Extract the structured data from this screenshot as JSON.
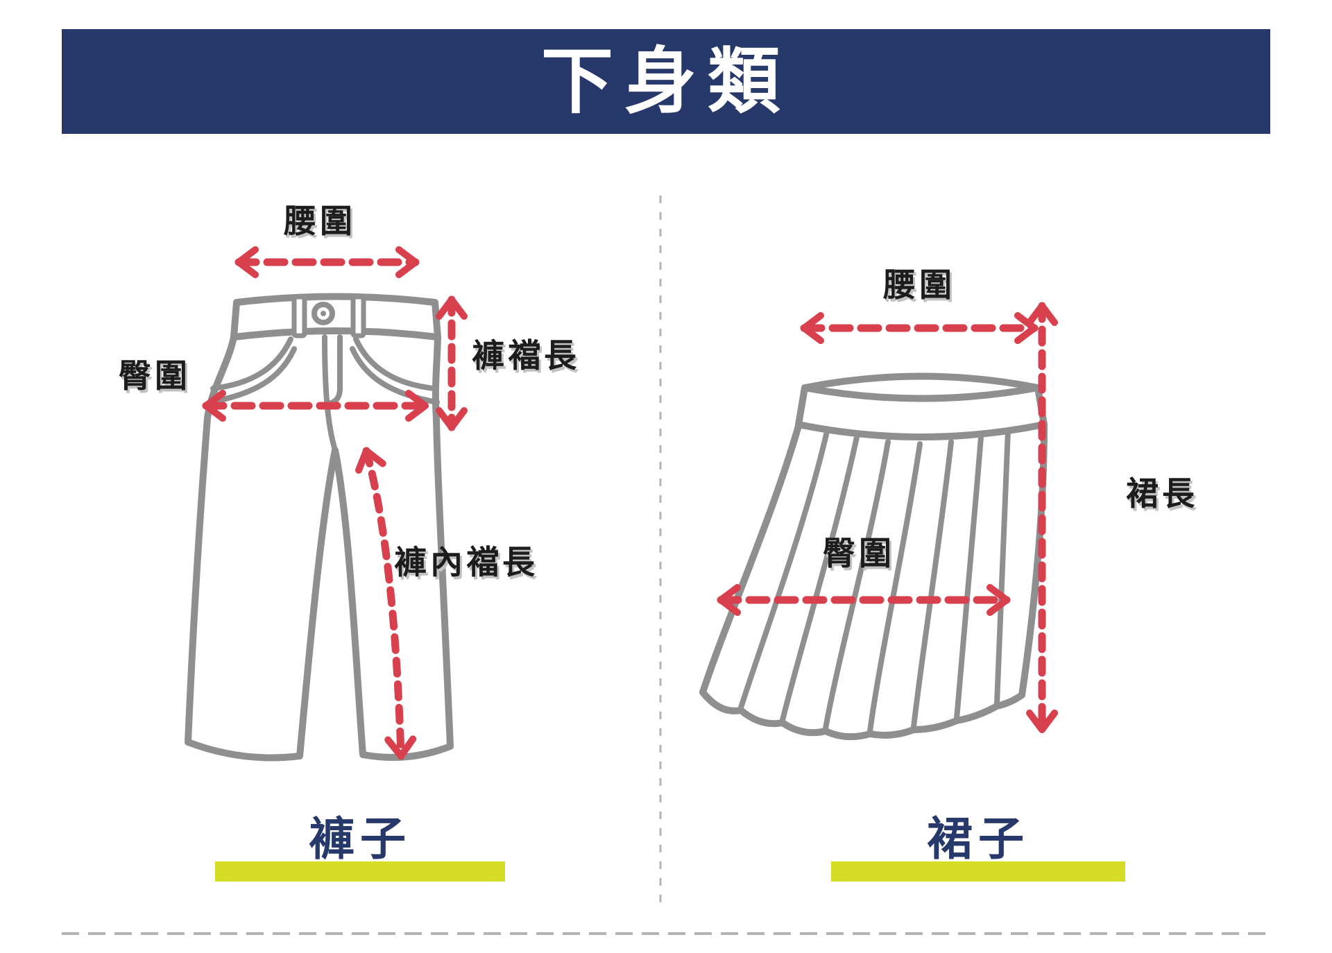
{
  "title": "下身類",
  "colors": {
    "navy": "#27386b",
    "red": "#d8404d",
    "art": "#8f8f8f",
    "bar": "#d4dc25",
    "ink": "#1c1c1c",
    "line": "#b3b3b3",
    "shadow": "#c2c2c2"
  },
  "pants": {
    "name": "褲子",
    "labels": {
      "waist": "腰圍",
      "hip": "臀圍",
      "crotch_length": "褲襠長",
      "inseam_length": "褲內襠長"
    }
  },
  "skirt": {
    "name": "裙子",
    "labels": {
      "waist": "腰圍",
      "hip": "臀圍",
      "length": "裙長"
    }
  }
}
